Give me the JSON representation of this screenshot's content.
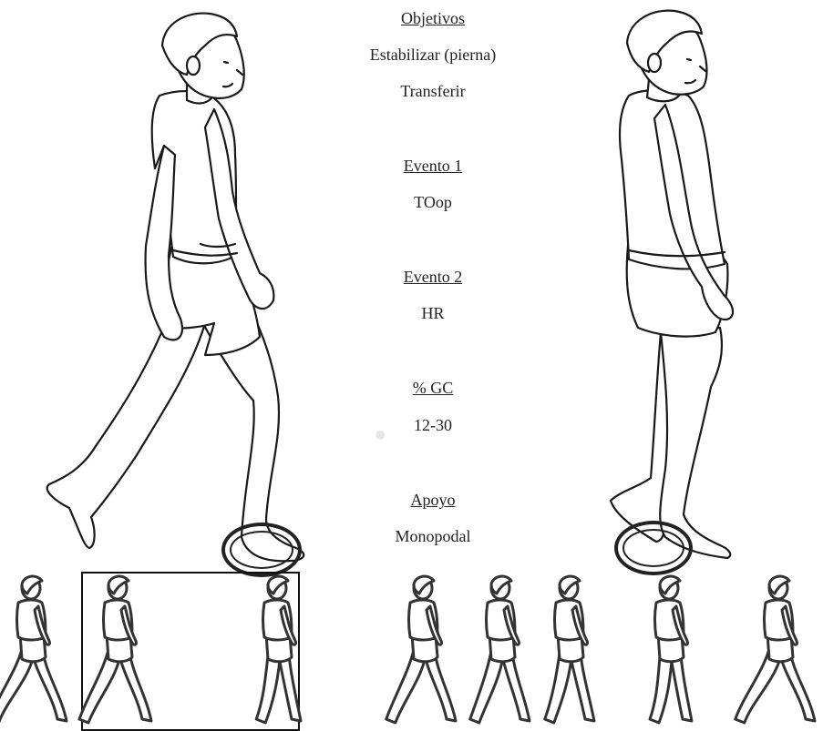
{
  "objectives": {
    "heading": "Objetivos",
    "line1": "Estabilizar (pierna)",
    "line2": "Transferir"
  },
  "event1": {
    "heading": "Evento 1",
    "value": "TOop"
  },
  "event2": {
    "heading": "Evento 2",
    "value": "HR"
  },
  "gait_cycle": {
    "heading": "% GC",
    "value": "12-30"
  },
  "support": {
    "heading": "Apoyo",
    "value": "Monopodal"
  },
  "gait_sequence": {
    "frame_count": 8,
    "highlighted_frames": [
      2,
      3
    ]
  },
  "colors": {
    "line": "#1a1a1a",
    "background": "#ffffff"
  }
}
